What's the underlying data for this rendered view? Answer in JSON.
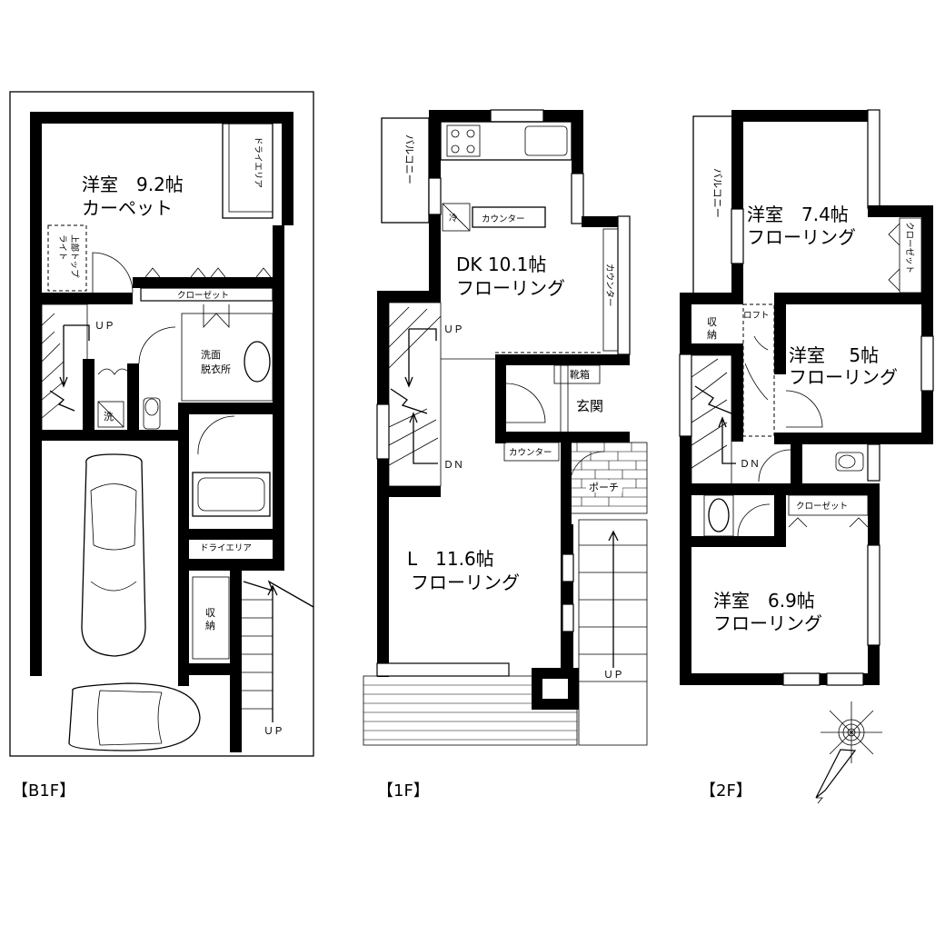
{
  "floors": {
    "b1": {
      "label": "【B1F】",
      "room_main_line1": "洋室　9.2帖",
      "room_main_line2": "カーペット",
      "dry_area_top": "ドライエリア",
      "top_light_line1": "上部トップ",
      "top_light_line2": "ライト",
      "closet": "クローゼット",
      "stairs_up": "ＵＰ",
      "washroom_line1": "洗面",
      "washroom_line2": "脱衣所",
      "washer": "洗",
      "dry_area_bottom": "ドライエリア",
      "storage_line1": "収",
      "storage_line2": "納",
      "ramp_up": "ＵＰ"
    },
    "f1": {
      "label": "【1F】",
      "balcony": "バルコニー",
      "fridge": "冷",
      "counter_dk": "カウンター",
      "counter_right": "カウンター",
      "dk_line1": "DK 10.1帖",
      "dk_line2": "フローリング",
      "stairs_up": "ＵＰ",
      "stairs_dn": "ＤＮ",
      "shoe_box": "靴箱",
      "entrance": "玄関",
      "counter_entry": "カウンター",
      "porch": "ポーチ",
      "living_line1": "L　11.6帖",
      "living_line2": "フローリング",
      "steps_up": "ＵＰ"
    },
    "f2": {
      "label": "【2F】",
      "balcony": "バルコニー",
      "room_a_line1": "洋室　7.4帖",
      "room_a_line2": "フローリング",
      "closet_a": "クローゼット",
      "storage_line1": "収",
      "storage_line2": "納",
      "loft": "ロフト",
      "room_b_line1": "洋室　 5帖",
      "room_b_line2": "フローリング",
      "stairs_dn": "ＤＮ",
      "closet_c": "クローゼット",
      "room_c_line1": "洋室　6.9帖",
      "room_c_line2": "フローリング"
    }
  }
}
